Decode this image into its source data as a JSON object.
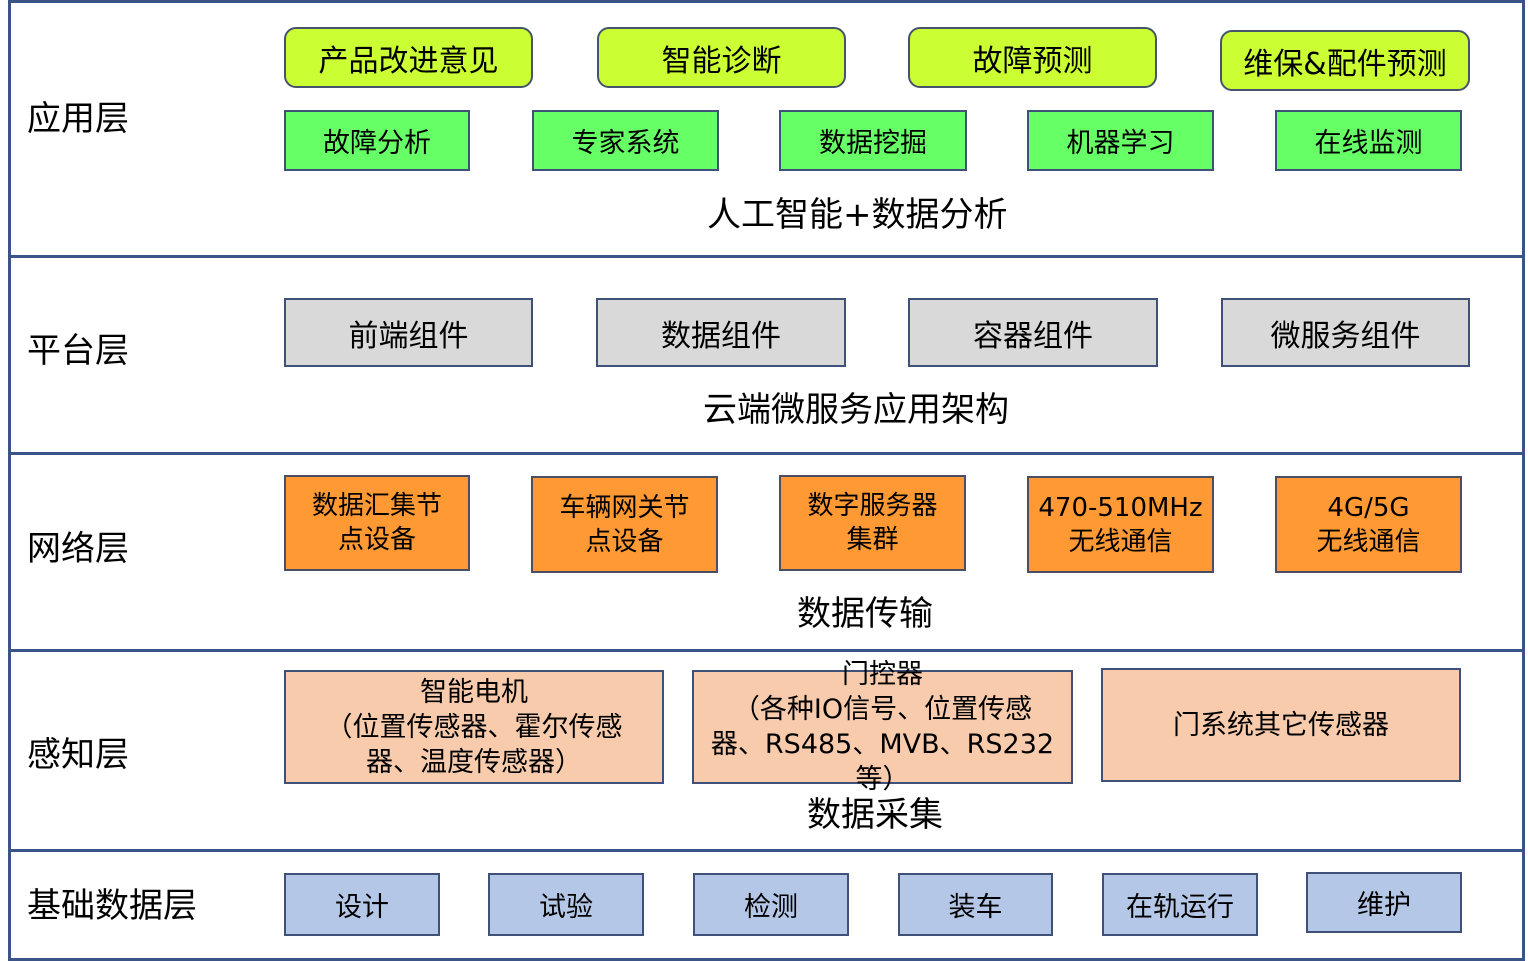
{
  "colors": {
    "layer_border": "#3b5387",
    "app_top_fill": "#ccff33",
    "app_bottom_fill": "#66ff66",
    "platform_fill": "#d9d9d9",
    "network_fill": "#ff9933",
    "sensing_fill": "#f8cbad",
    "base_fill": "#b4c7e7"
  },
  "layers": {
    "application": {
      "title": "应用层",
      "top_items": [
        "产品改进意见",
        "智能诊断",
        "故障预测",
        "维保&配件预测"
      ],
      "bottom_items": [
        "故障分析",
        "专家系统",
        "数据挖掘",
        "机器学习",
        "在线监测"
      ],
      "caption": "人工智能+数据分析"
    },
    "platform": {
      "title": "平台层",
      "items": [
        "前端组件",
        "数据组件",
        "容器组件",
        "微服务组件"
      ],
      "caption": "云端微服务应用架构"
    },
    "network": {
      "title": "网络层",
      "items": [
        {
          "line1": "数据汇集节",
          "line2": "点设备"
        },
        {
          "line1": "车辆网关节",
          "line2": "点设备"
        },
        {
          "line1": "数字服务器",
          "line2": "集群"
        },
        {
          "line1": "470-510MHz",
          "line2": "无线通信"
        },
        {
          "line1": "4G/5G",
          "line2": "无线通信"
        }
      ],
      "caption": "数据传输"
    },
    "sensing": {
      "title": "感知层",
      "items": [
        {
          "line1": "智能电机",
          "line2": "（位置传感器、霍尔传感",
          "line3": "器、温度传感器）"
        },
        {
          "line1": "门控器",
          "line2": "（各种IO信号、位置传感",
          "line3": "器、RS485、MVB、RS232等）"
        },
        {
          "line1": "门系统其它传感器"
        }
      ],
      "caption": "数据采集"
    },
    "base": {
      "title": "基础数据层",
      "items": [
        "设计",
        "试验",
        "检测",
        "装车",
        "在轨运行",
        "维护"
      ]
    }
  }
}
